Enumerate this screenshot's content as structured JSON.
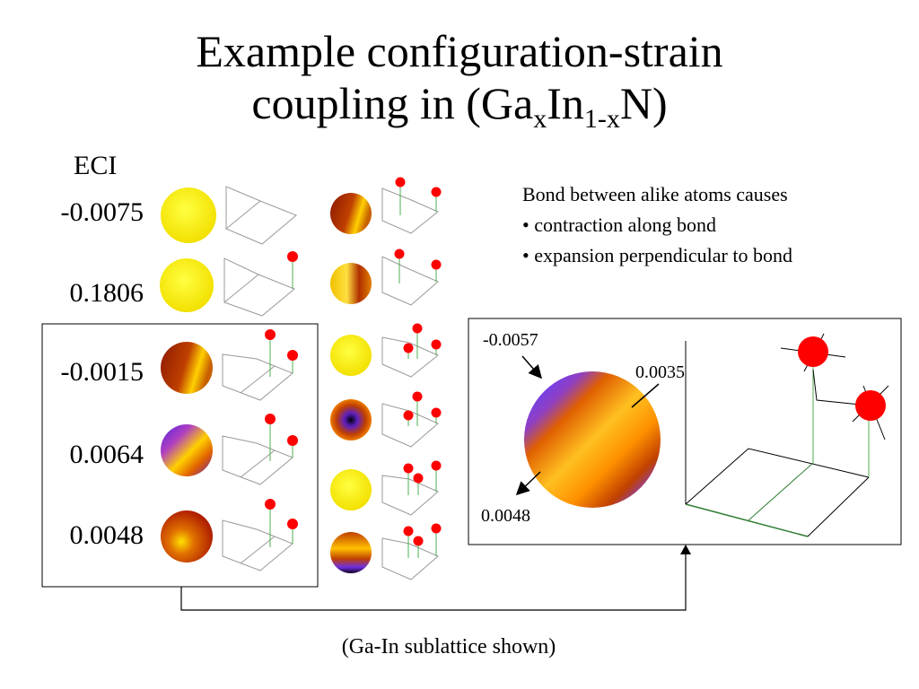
{
  "slide": {
    "title_line1": "Example configuration-strain",
    "title_line2_prefix": "coupling in (Ga",
    "title_sub_x": "x",
    "title_mid": "In",
    "title_sub_1x": "1-x",
    "title_suffix": "N)"
  },
  "eci": {
    "header": "ECI",
    "values": [
      "-0.0075",
      "0.1806",
      "-0.0015",
      "0.0064",
      "0.0048"
    ]
  },
  "notes": {
    "line1": "Bond between alike atoms causes",
    "bullet1": "• contraction along bond",
    "bullet2": "• expansion perpendicular to bond"
  },
  "zoom": {
    "labels": [
      "-0.0057",
      "0.0035",
      "0.0048"
    ]
  },
  "caption": "(Ga-In sublattice shown)"
}
